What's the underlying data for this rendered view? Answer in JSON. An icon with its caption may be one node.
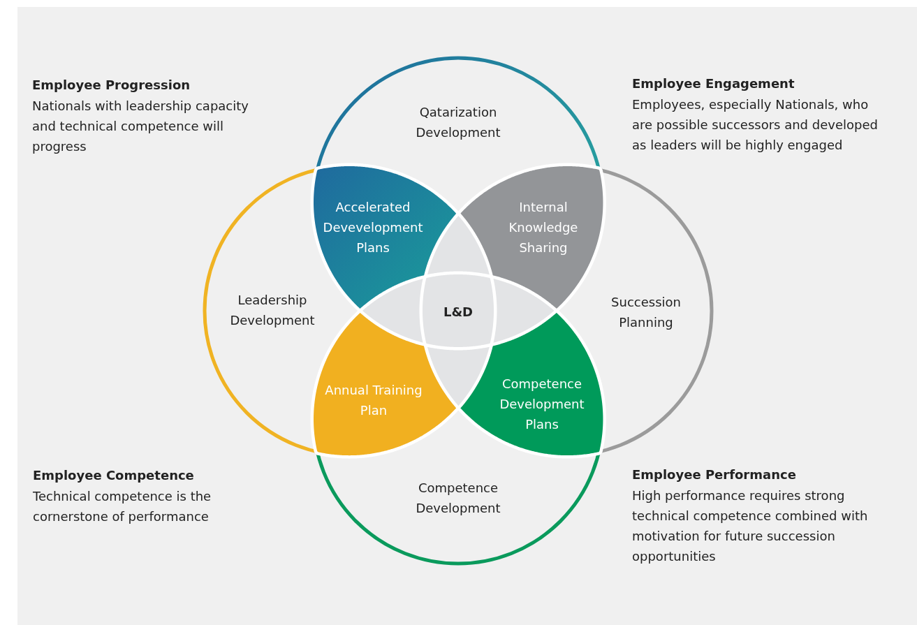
{
  "diagram": {
    "nodes": [
      {
        "text": [
          "Qatarization Development"
        ]
      },
      {
        "text": [
          "Accelerated Devevelopment Plans"
        ]
      },
      {
        "text": [
          "Internal Knowledge Sharing"
        ]
      },
      {
        "text": [
          "Leadership Development"
        ]
      },
      {
        "text": [
          "L&D"
        ]
      },
      {
        "text": [
          "Succession Planning"
        ]
      },
      {
        "text": [
          "Annual Training Plan"
        ]
      },
      {
        "text": [
          "Competence Development Plans"
        ]
      },
      {
        "text": [
          "Competence Development"
        ]
      },
      {
        "text": [],
        "shape": "lens"
      },
      {
        "text": [],
        "shape": "lens"
      },
      {
        "text": [],
        "shape": "lens"
      },
      {
        "text": [],
        "shape": "lens"
      }
    ],
    "labels": [
      "Employee Progression",
      "Nationals with leadership capacity and technical competence will progress",
      "Employee Engagement",
      "Employees, especially Nationals, who are possible successors and developed as leaders will be highly engaged",
      "Employee Competence",
      "Technical competence is the cornerstone of performance",
      "Employee Performance",
      "High performance requires strong technical competence combined with motivation for future succession opportunities"
    ]
  }
}
